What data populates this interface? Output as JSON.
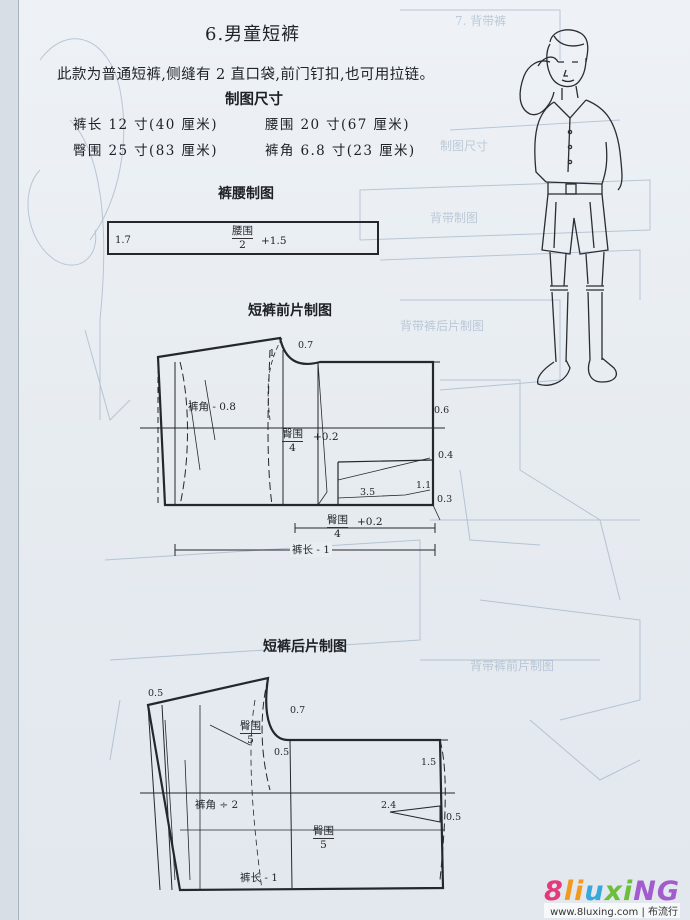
{
  "title": "6.男童短裤",
  "description": "此款为普通短裤,侧缝有 2 直口袋,前门钉扣,也可用拉链。",
  "sizes": {
    "heading": "制图尺寸",
    "pant_length": "裤长 12 寸(40 厘米)",
    "waist": "腰围 20 寸(67 厘米)",
    "hip": "臀围 25 寸(83 厘米)",
    "hem": "裤角 6.8 寸(23 厘米)"
  },
  "waistband": {
    "heading": "裤腰制图",
    "height_label": "1.7",
    "frac_num": "腰围",
    "frac_den": "2",
    "frac_op": "+1.5"
  },
  "front": {
    "heading": "短裤前片制图",
    "hem_label": "裤角 - 0.8",
    "hip_num": "臀围",
    "hip_den": "4",
    "hip_op": "+0.2",
    "hip_b_num": "臀围",
    "hip_b_den": "4",
    "hip_b_op": "+0.2",
    "length_label": "裤长 - 1",
    "m_0_7": "0.7",
    "m_1": "1",
    "m_0_6": "0.6",
    "m_0_4": "0.4",
    "m_3_5": "3.5",
    "m_1_1": "1.1",
    "m_0_3": "0.3"
  },
  "back": {
    "heading": "短裤后片制图",
    "hip_num": "臀围",
    "hip_den": "5",
    "hem_label": "裤角 ÷ 2",
    "hip2_num": "臀围",
    "hip2_den": "5",
    "length_label": "裤长 - 1",
    "m_0_5_left": "0.5",
    "m_0_7": "0.7",
    "m_0_5_mid": "0.5",
    "m_1_5": "1.5",
    "m_2_4": "2.4",
    "m_0_5_right": "0.5"
  },
  "watermark": {
    "logo_parts": [
      "8",
      "li",
      "u",
      "xi",
      "NG"
    ],
    "site": "www.8luxing.com | 布流行"
  },
  "colors": {
    "paper": "#e9eef3",
    "ink": "#1d2024",
    "bleed_through": "#7f97b5"
  }
}
